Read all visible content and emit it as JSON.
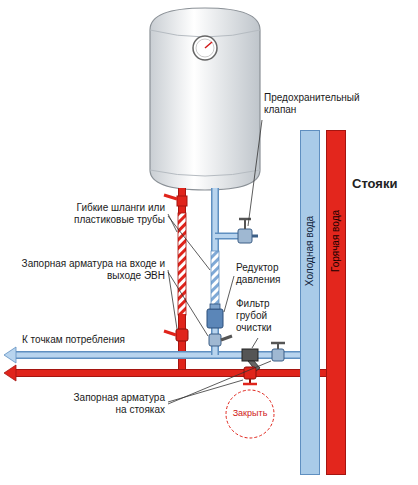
{
  "diagram": {
    "nodes": [
      {
        "text": [
          "Холодная вода"
        ]
      },
      {
        "text": [
          "Горячая вода"
        ]
      }
    ],
    "labels": [
      "Предохранительный клапан",
      "Гибкие шланги или пластиковые трубы",
      "Фильтр грубой очистки",
      "Запорная арматура на входе и выходе ЭВН",
      "Редуктор давления",
      "К точкам потребления",
      "Запорная арматура на стояках",
      "Закрыть",
      "Стояки"
    ]
  }
}
